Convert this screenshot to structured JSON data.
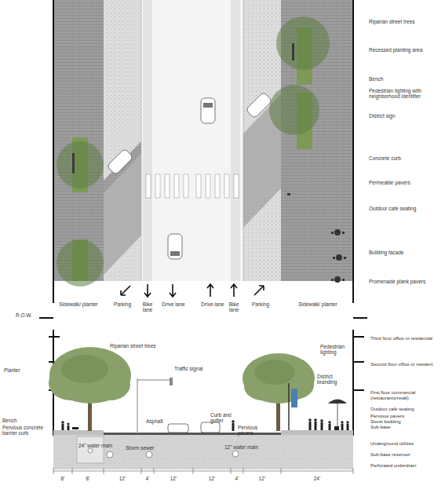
{
  "diagram": {
    "labels": [
      "Riparian street trees",
      "Recessed planting area",
      "Bench",
      "Pedestrian lighting with neighborhood identifier",
      "District sign",
      "Concrete curb",
      "Permeable pavers",
      "Outdoor cafe seating",
      "Building facade",
      "Promenade plank pavers",
      "Sidewalk/ planter",
      "Parking",
      "Bike lane",
      "Drive lane",
      "Drive lane",
      "Bike lane",
      "Parking",
      "Sidewalk/ planter",
      "R.O.W.",
      "Riparian street trees",
      "Traffic signal",
      "Pedestrian lighting",
      "District branding",
      "Third floor office or residential",
      "Planter",
      "Second floor office or resident",
      "First floor commercial (restaurants/retail)",
      "Bench",
      "Pervious concrete barrier curb",
      "Asphalt",
      "Curb and gutter",
      "Pervious pavers",
      "Outdoor cafe seating",
      "Pervious pavers",
      "Stone bedding",
      "Sub-base",
      "24\" water main",
      "Storm sewer",
      "12\" water main",
      "Underground utilities",
      "Sub-base reservoir",
      "Perforated underdrain",
      "8'",
      "8'",
      "12'",
      "4'",
      "12'",
      "12'",
      "4'",
      "12'",
      "24'"
    ]
  }
}
